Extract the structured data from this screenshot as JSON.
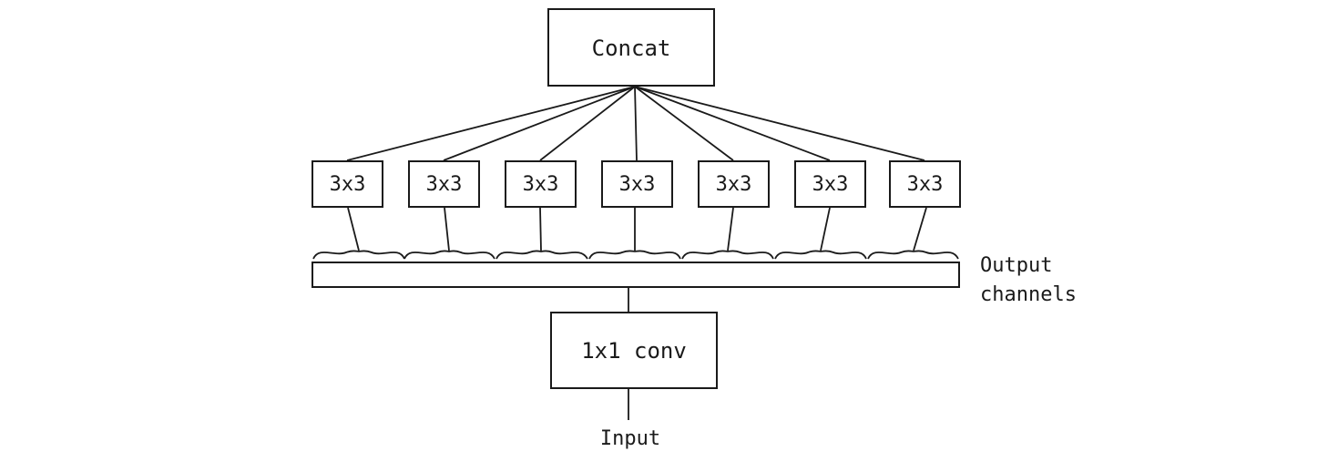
{
  "diagram": {
    "concat_label": "Concat",
    "conv3x3_labels": [
      "3x3",
      "3x3",
      "3x3",
      "3x3",
      "3x3",
      "3x3",
      "3x3"
    ],
    "output_channels_label": [
      "Output",
      "channels"
    ],
    "conv1x1_label": "1x1 conv",
    "input_label": "Input",
    "stroke_color": "#1a1a1a",
    "fill_color": "#ffffff"
  }
}
